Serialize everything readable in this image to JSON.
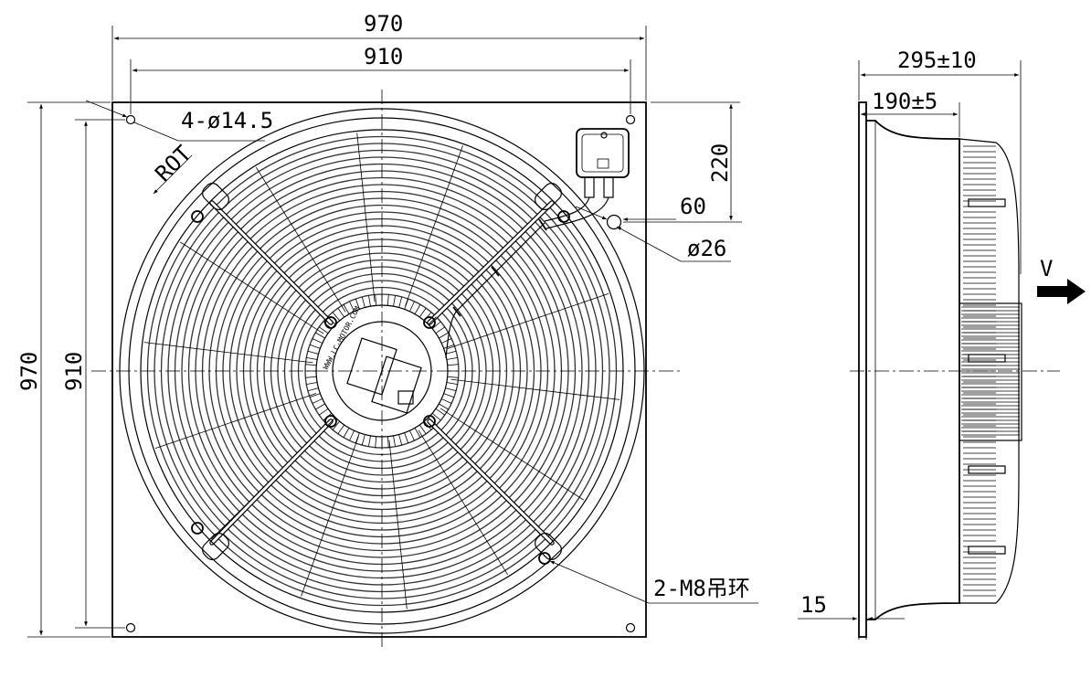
{
  "front_view": {
    "dim_width_outer": "970",
    "dim_width_inner": "910",
    "dim_height_outer": "970",
    "dim_height_inner": "910",
    "holes_label": "4-ø14.5",
    "rotation_label": "ROT",
    "dim_box_height": "220",
    "dim_box_offset": "60",
    "dim_conduit_dia": "ø26",
    "hub_text": "WWW.LC-MOTOR.COM",
    "lifting_label": "2-M8吊环"
  },
  "side_view": {
    "dim_total_depth": "295±10",
    "dim_housing_depth": "190±5",
    "dim_flange": "15",
    "airflow_label": "V"
  }
}
